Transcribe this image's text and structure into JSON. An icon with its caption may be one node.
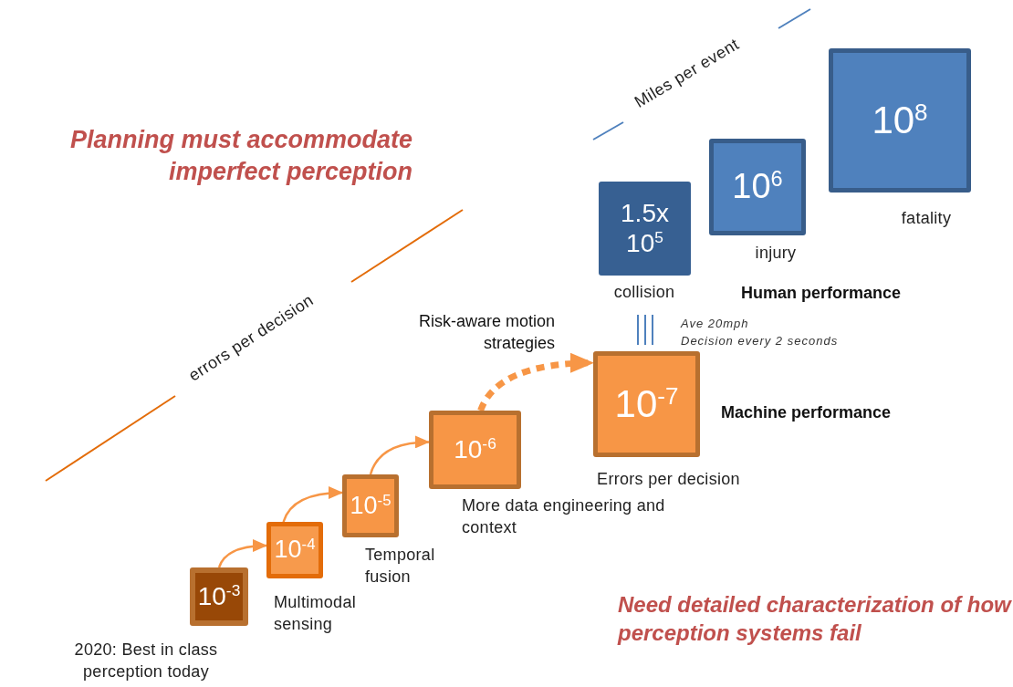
{
  "diagram": {
    "nodes": [
      {
        "text": [
          "10$^{-3}$"
        ],
        "beside": [
          "2020: Best in class perception today"
        ]
      },
      {
        "text": [
          "10$^{-4}$"
        ],
        "beside": [
          "Multimodal sensing"
        ]
      },
      {
        "text": [
          "10$^{-5}$"
        ],
        "beside": [
          "Temporal fusion"
        ]
      },
      {
        "text": [
          "10$^{-6}$"
        ],
        "beside": [
          "More data engineering and context"
        ]
      },
      {
        "text": [
          "10$^{-7}$"
        ],
        "beside": [
          "Errors per decision"
        ]
      },
      {
        "text": [
          "1.5x 10$^{5}$"
        ],
        "beside": [
          "collision"
        ]
      },
      {
        "text": [
          "10$^{6}$"
        ],
        "beside": [
          "injury"
        ]
      },
      {
        "text": [
          "10$^{8}$"
        ],
        "beside": [
          "fatality"
        ]
      }
    ],
    "edges": [
      {
        "from": 0,
        "to": 1,
        "arrow": "to"
      },
      {
        "from": 1,
        "to": 2,
        "arrow": "to"
      },
      {
        "from": 2,
        "to": 3,
        "arrow": "to"
      },
      {
        "from": 3,
        "to": 4,
        "arrow": "to",
        "label": "Risk-aware motion strategies",
        "style": "dashed"
      }
    ],
    "labels": [
      "Miles per event",
      "Planning must accommodate imperfect perception",
      "errors per decision",
      "Human performance",
      "Ave 20mph",
      "Decision every 2 seconds",
      "Machine performance",
      "Need detailed characterization of how perception systems fail"
    ]
  }
}
